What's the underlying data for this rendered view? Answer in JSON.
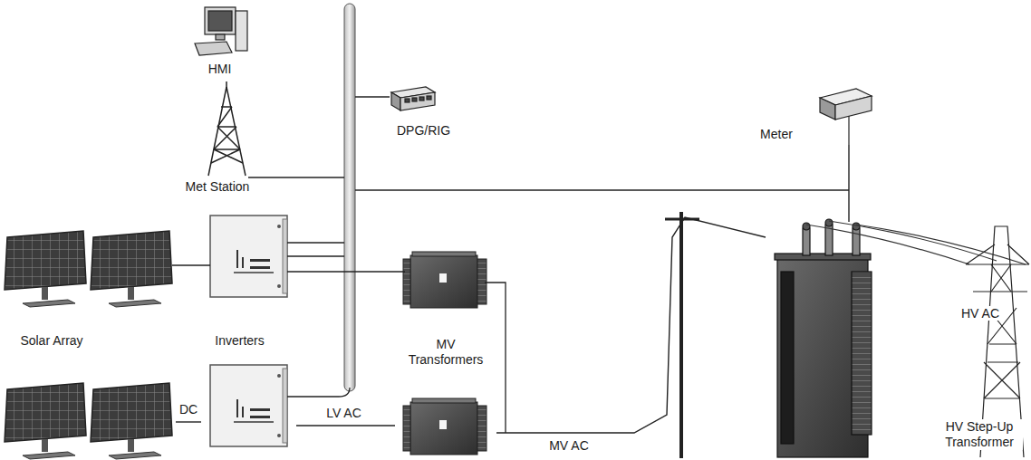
{
  "diagram": {
    "nodes": [
      {
        "text": [
          "HMI"
        ]
      },
      {
        "text": [
          "DPG/RIG"
        ]
      },
      {
        "text": [
          "Met Station"
        ]
      },
      {
        "text": [
          "Meter"
        ]
      },
      {
        "text": [
          "Solar Array"
        ]
      },
      {
        "text": [
          "Inverters"
        ]
      },
      {
        "text": [
          "MV Transformers"
        ]
      },
      {
        "text": [
          "HV Step-Up Transformer"
        ]
      }
    ],
    "edges": [
      {
        "from": 4,
        "to": 5,
        "label": "DC",
        "arrow": "none"
      },
      {
        "from": 5,
        "to": 6,
        "label": "LV AC",
        "arrow": "none"
      },
      {
        "from": 6,
        "to": 7,
        "label": "MV AC",
        "arrow": "none"
      },
      {
        "from": 3,
        "to": 7,
        "arrow": "none"
      }
    ],
    "labels": [
      "HV AC"
    ]
  }
}
